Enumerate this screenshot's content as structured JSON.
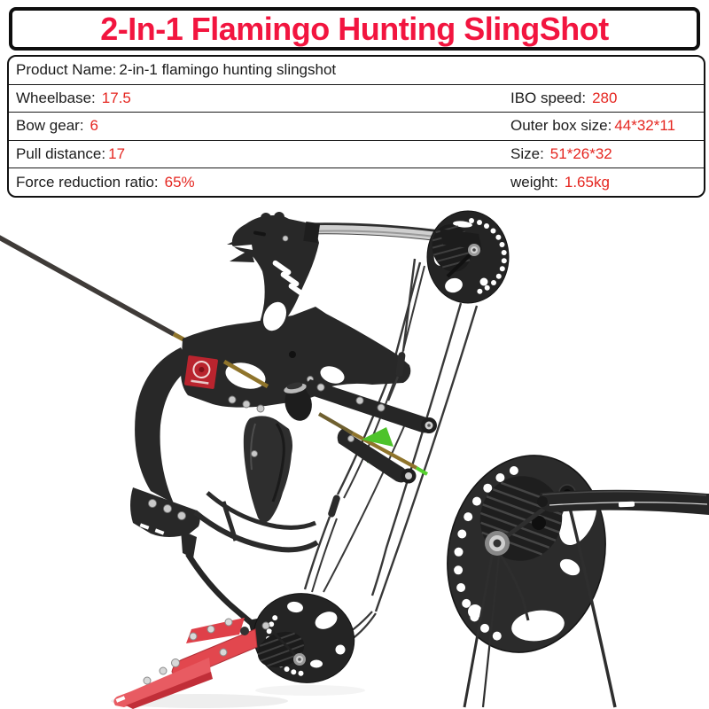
{
  "banner": {
    "title": "2-In-1 Flamingo Hunting SlingShot",
    "text_color": "#f2153f"
  },
  "spec_table": {
    "value_color": "#e52620",
    "product_row": {
      "label": "Product Name:",
      "value": "2-in-1 flamingo hunting slingshot"
    },
    "rows": [
      {
        "left_label": "Wheelbase:",
        "left_value": "17.5",
        "right_label": "IBO speed:",
        "right_value": "280"
      },
      {
        "left_label": "Bow gear:",
        "left_value": "6",
        "right_label": "Outer box size:",
        "right_value": "44*32*11"
      },
      {
        "left_label": "Pull distance:",
        "left_value": "17",
        "right_label": "Size:",
        "right_value": "51*26*32"
      },
      {
        "left_label": "Force reduction ratio:",
        "left_value": "65%",
        "right_label": "weight:",
        "right_value": "1.65kg"
      }
    ]
  },
  "photo": {
    "subject": "compound-bow-slingshot-with-cam-closeup",
    "colors": {
      "bow_black": "#282828",
      "cam_black": "#242424",
      "chrome_limb": "#cfcfcf",
      "stirrup_red": "#e2474e",
      "fletching_green": "#4ec32b",
      "arrow_gold": "#8f742b",
      "logo_red": "#b9242e",
      "string_gray": "#383838"
    }
  }
}
